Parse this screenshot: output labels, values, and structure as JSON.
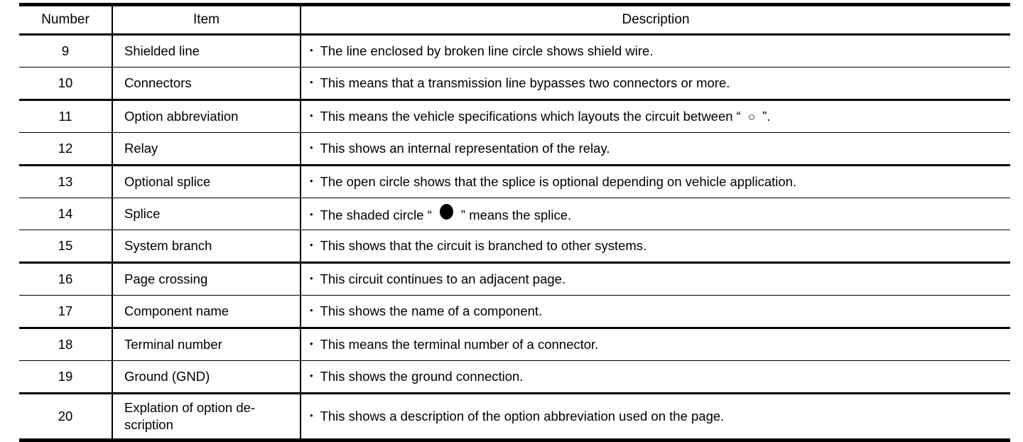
{
  "table": {
    "headers": {
      "number": "Number",
      "item": "Item",
      "description": "Description"
    },
    "rows": [
      {
        "number": "9",
        "item": "Shielded line",
        "bullet": "•",
        "desc_before": "The line enclosed by broken line circle shows shield wire.",
        "glyph": "",
        "desc_after": ""
      },
      {
        "number": "10",
        "item": "Connectors",
        "bullet": "•",
        "desc_before": "This means that a transmission line bypasses two connectors or more.",
        "glyph": "",
        "desc_after": ""
      },
      {
        "number": "11",
        "item": "Option abbreviation",
        "bullet": "•",
        "desc_before": "This means the vehicle specifications which layouts the circuit between “",
        "glyph": "open-circle",
        "glyph_char": "○",
        "desc_after": "”."
      },
      {
        "number": "12",
        "item": "Relay",
        "bullet": "•",
        "desc_before": "This shows an internal representation of the relay.",
        "glyph": "",
        "desc_after": ""
      },
      {
        "number": "13",
        "item": "Optional splice",
        "bullet": "•",
        "desc_before": "The open circle shows that the splice is optional depending on vehicle application.",
        "glyph": "",
        "desc_after": ""
      },
      {
        "number": "14",
        "item": "Splice",
        "bullet": "•",
        "desc_before": "The shaded circle “",
        "glyph": "filled-circle",
        "glyph_char": "●",
        "desc_after": "” means the splice."
      },
      {
        "number": "15",
        "item": "System branch",
        "bullet": "•",
        "desc_before": "This shows that the circuit is branched to other systems.",
        "glyph": "",
        "desc_after": ""
      },
      {
        "number": "16",
        "item": "Page crossing",
        "bullet": "•",
        "desc_before": "This circuit continues to an adjacent page.",
        "glyph": "",
        "desc_after": ""
      },
      {
        "number": "17",
        "item": "Component name",
        "bullet": "•",
        "desc_before": "This shows the name of a component.",
        "glyph": "",
        "desc_after": ""
      },
      {
        "number": "18",
        "item": "Terminal number",
        "bullet": "•",
        "desc_before": "This means the terminal number of a connector.",
        "glyph": "",
        "desc_after": ""
      },
      {
        "number": "19",
        "item": "Ground (GND)",
        "bullet": "•",
        "desc_before": "This shows the ground connection.",
        "glyph": "",
        "desc_after": ""
      },
      {
        "number": "20",
        "item": "Explation of option de-scription",
        "bullet": "•",
        "desc_before": "This shows a description of the option abbreviation used on the page.",
        "glyph": "",
        "desc_after": ""
      }
    ]
  },
  "colors": {
    "text": "#000000",
    "background": "#ffffff",
    "rule": "#000000"
  }
}
